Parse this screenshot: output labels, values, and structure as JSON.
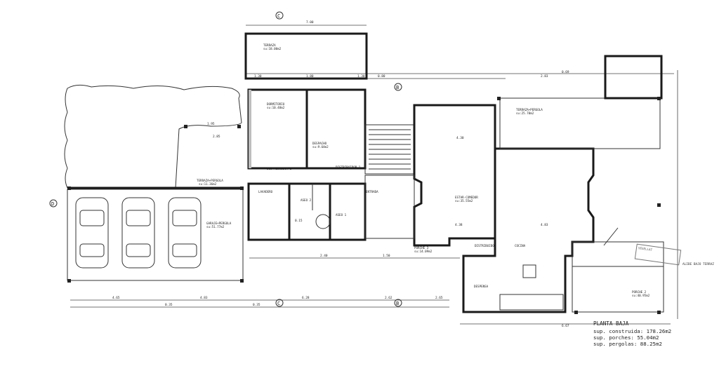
{
  "plan": {
    "title": "PLANTA BAJA",
    "summary": [
      {
        "label": "sup. construida:",
        "value": "178.26m2"
      },
      {
        "label": "sup. porches:",
        "value": "55.04m2"
      },
      {
        "label": "sup. pergolas:",
        "value": "88.25m2"
      }
    ],
    "stamp_text": "SEGELLAT",
    "stamp_note": "ALIBE BAJO TERRAZ",
    "rooms": {
      "terraza_top": "TERRAZA",
      "terraza_top_area": "su:18.00m2",
      "dormitorio_1": "DORMITORIO",
      "dormitorio_1_area": "su:10.48m2",
      "despacho": "DESPACHO",
      "despacho_area": "su:9.64m2",
      "distribuidor_2": "DISTRIBUIDOR 2",
      "distribuidor_1": "DISTRIBUIDOR 1",
      "lavadero": "LAVADERO",
      "aseo_2": "ASEO 2",
      "aseo_1": "ASEO 1",
      "entrada": "ENTRADA",
      "estar_comedor": "ESTAR-COMEDOR",
      "estar_area": "su:35.55m2",
      "terraza_pergola_left": "TERRAZA+PERGOLA",
      "terraza_pergola_left_area": "su:11.36m2",
      "garaje_pergola": "GARAJE+PERGOLA",
      "garaje_pergola_area": "su:51.77m2",
      "terraza_pergola_right": "TERRAZA+PERGOLA",
      "terraza_pergola_right_area": "su:25.70m2",
      "porche_3": "PORCHE 3",
      "porche_3_area": "su:14.09m2",
      "distribuidor_3": "DISTRIBUIDOR",
      "despensa": "DESPENSA",
      "cocina": "COCINA",
      "porche_2": "PORCHE 2",
      "porche_2_area": "su:40.95m2"
    },
    "dims": {
      "top_width": "7.00",
      "d_130": "1.30",
      "d_180": "1.80",
      "d_195": "1.95",
      "d_285": "2.85",
      "d_265": "2.65",
      "d_465": "4.65",
      "d_483": "4.83",
      "d_628": "6.28",
      "d_035": "0.35",
      "d_262": "2.62",
      "d_430": "4.30",
      "d_240": "2.40",
      "d_150": "1.50",
      "d_080": "0.80",
      "d_015": "0.15",
      "d_038": "4.38",
      "d_667": "6.67",
      "d_283": "2.83",
      "d_069": "0.69"
    },
    "axes": {
      "c": "C",
      "b": "B",
      "d": "D"
    }
  }
}
